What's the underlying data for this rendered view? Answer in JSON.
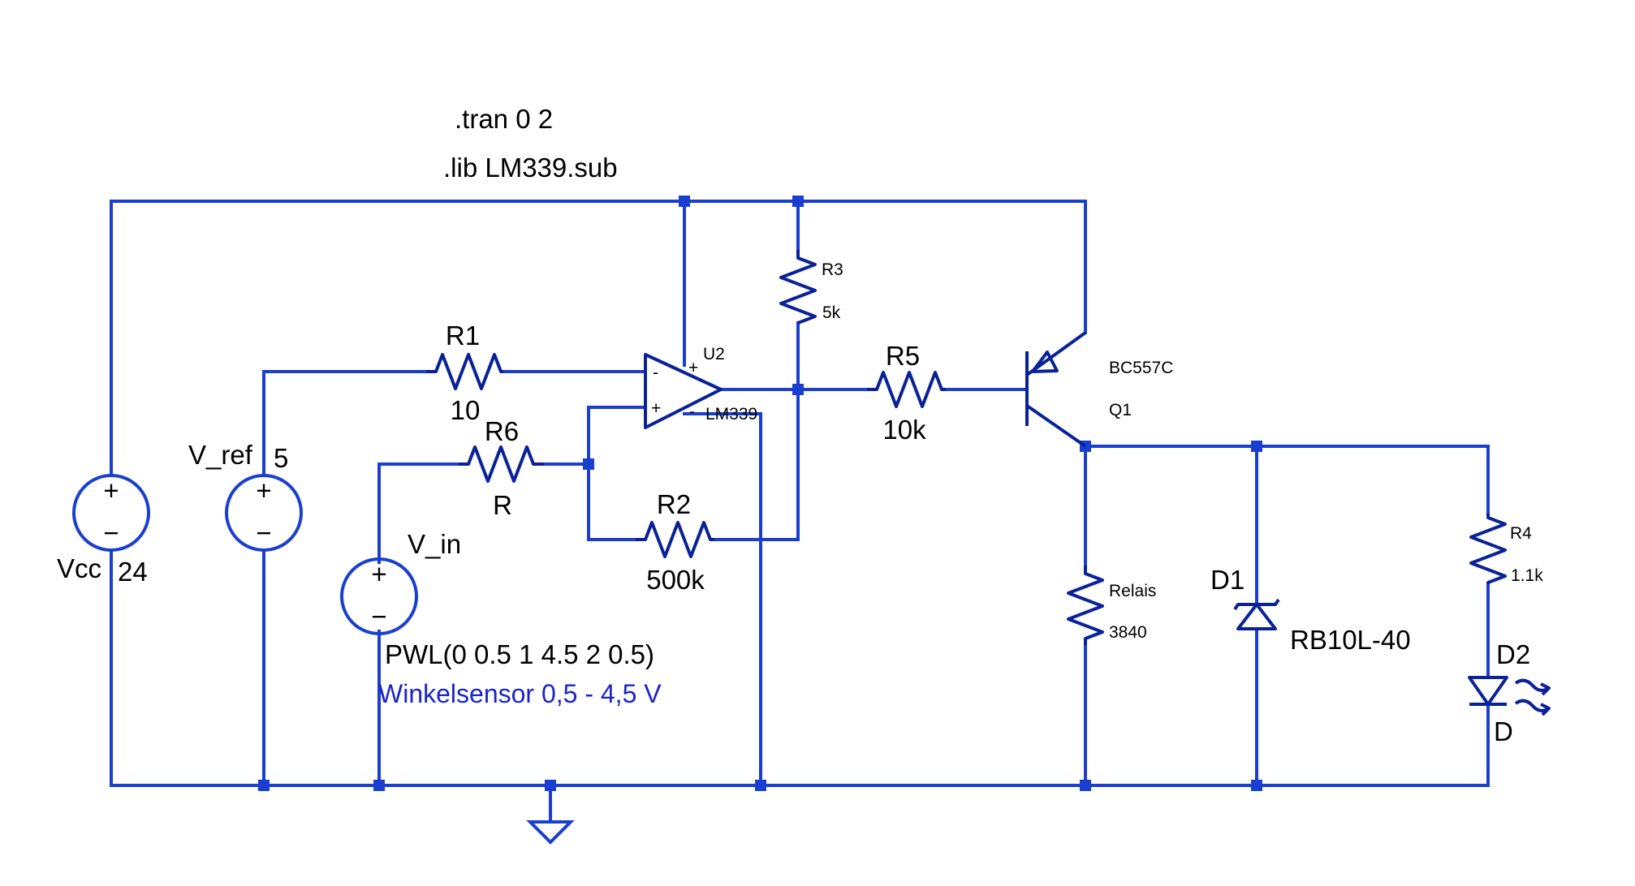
{
  "directives": {
    "tran": ".tran 0 2",
    "lib": ".lib LM339.sub"
  },
  "components": {
    "vcc": {
      "name": "Vcc",
      "value": "24"
    },
    "v_ref": {
      "name": "V_ref",
      "value": "5"
    },
    "v_in": {
      "name": "V_in",
      "value": "PWL(0 0.5 1 4.5 2 0.5)"
    },
    "r1": {
      "name": "R1",
      "value": "10"
    },
    "r6": {
      "name": "R6",
      "value": "R"
    },
    "r2": {
      "name": "R2",
      "value": "500k"
    },
    "r3": {
      "name": "R3",
      "value": "5k"
    },
    "r5": {
      "name": "R5",
      "value": "10k"
    },
    "u2": {
      "name": "U2",
      "value": "LM339"
    },
    "q1": {
      "name": "Q1",
      "value": "BC557C"
    },
    "relais": {
      "name": "Relais",
      "value": "3840"
    },
    "d1": {
      "name": "D1",
      "value": "RB10L-40"
    },
    "r4": {
      "name": "R4",
      "value": "1.1k"
    },
    "d2": {
      "name": "D2",
      "value": "D"
    }
  },
  "symbols": {
    "plus": "+",
    "minus": "−",
    "opamp_inv": "-",
    "opamp_noninv": "+"
  },
  "comment": "Winkelsensor 0,5 - 4,5 V",
  "colors": {
    "wire": "#1a3fd0",
    "component": "#0a2298",
    "comment_text": "#1a24c8",
    "label_text": "#000000",
    "background": "#ffffff"
  }
}
